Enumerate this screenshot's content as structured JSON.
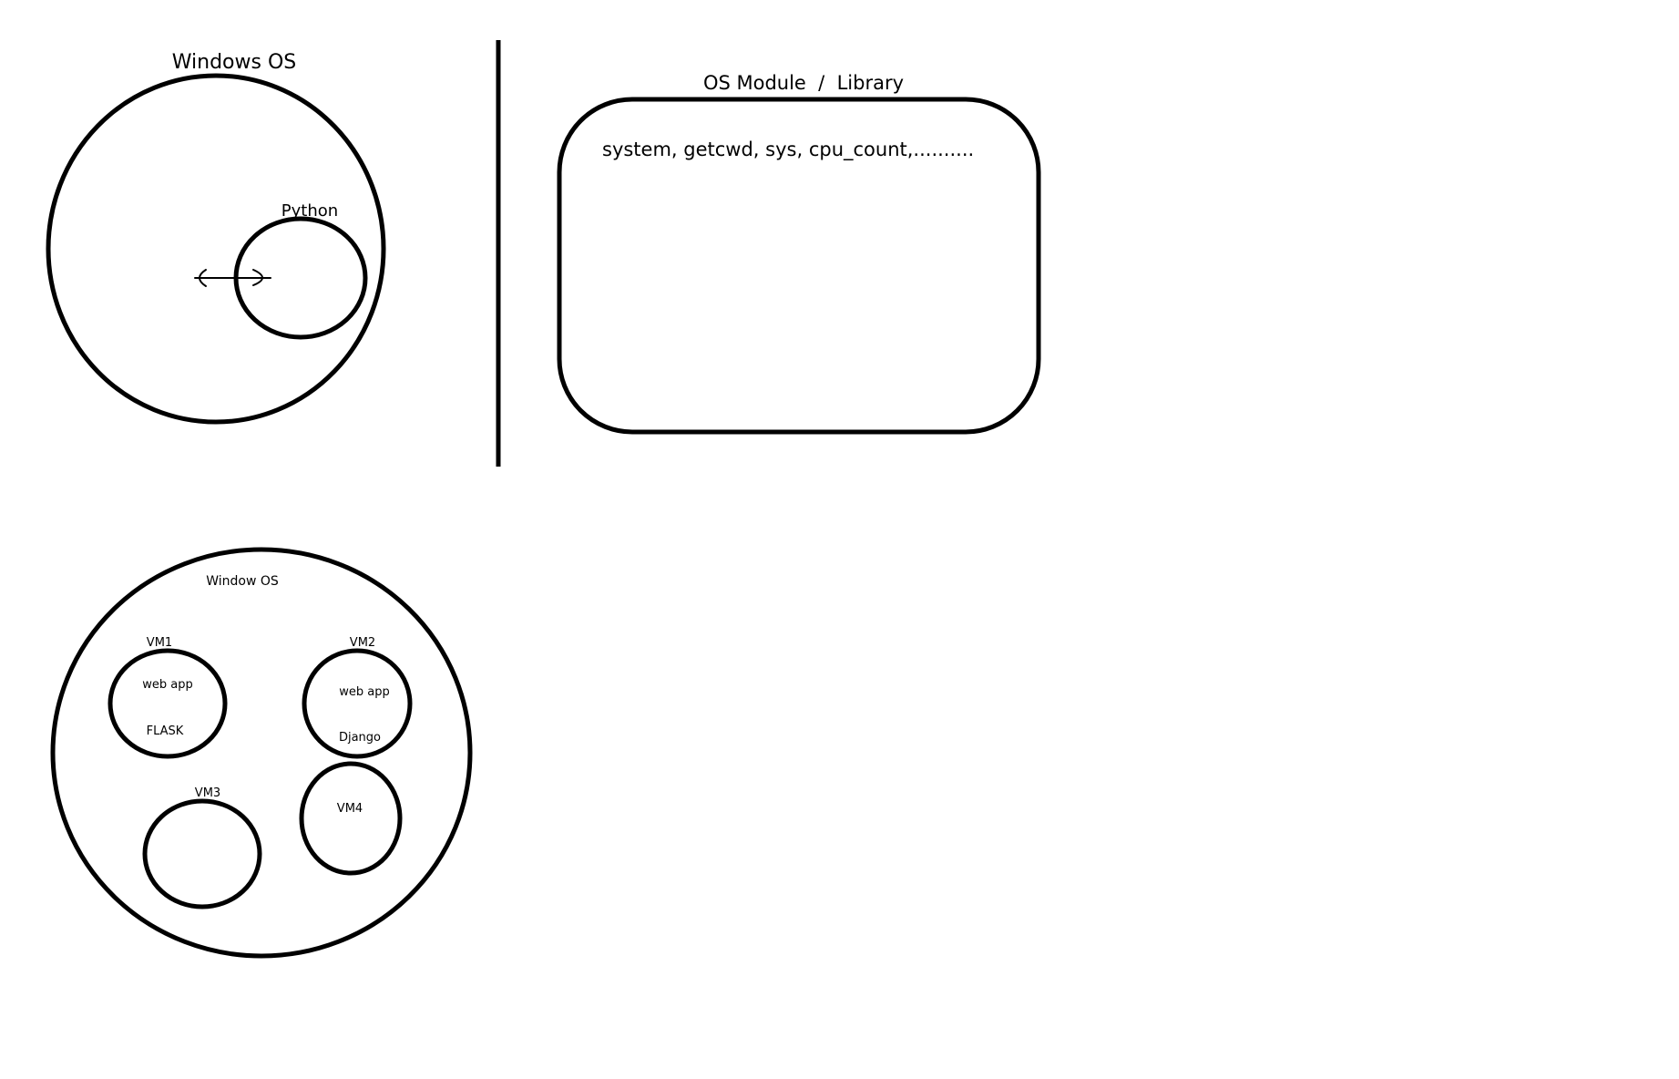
{
  "colors": {
    "background": "#ffffff",
    "ink": "#000000"
  },
  "diagram1": {
    "outer_label": "Windows OS",
    "inner_label": "Python",
    "arrow": "double-headed-arrow"
  },
  "diagram2": {
    "box_title": "OS Module  /  Library",
    "box_content": "system, getcwd, sys, cpu_count,.........."
  },
  "diagram3": {
    "outer_label": "Window OS",
    "vms": [
      {
        "name": "VM1",
        "line1": "web app",
        "line2": "FLASK"
      },
      {
        "name": "VM2",
        "line1": "web app",
        "line2": "Django"
      },
      {
        "name": "VM3"
      },
      {
        "name": "VM4"
      }
    ]
  }
}
